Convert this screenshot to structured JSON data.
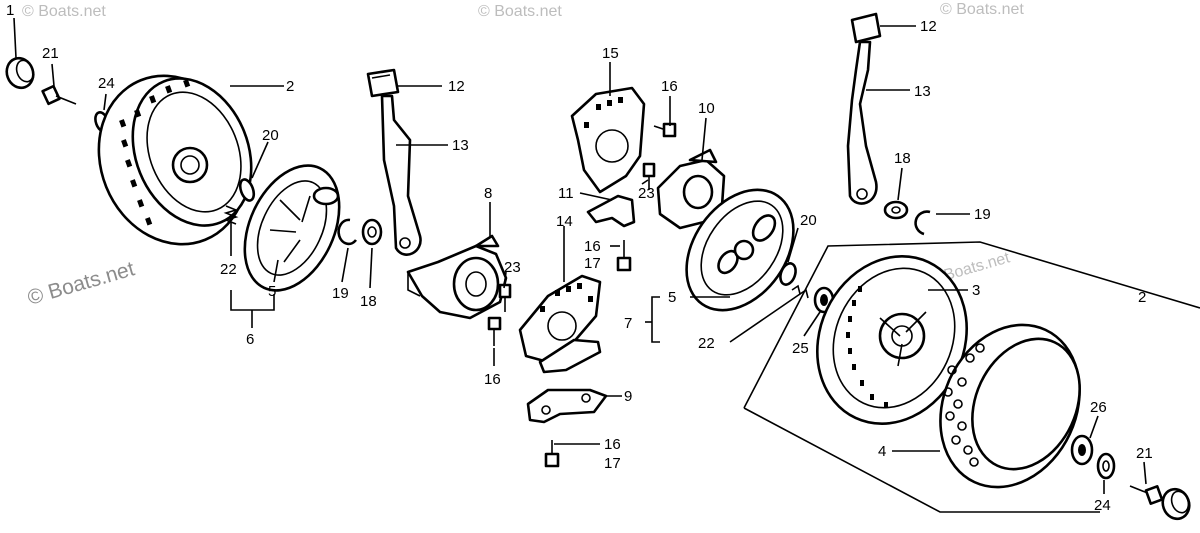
{
  "watermarks": [
    "© Boats.net",
    "© Boats.net",
    "© Boats.net",
    "© Boats.net",
    "© Boats.net"
  ],
  "callouts": {
    "c1": "1",
    "c21a": "21",
    "c24a": "24",
    "c2a": "2",
    "c20a": "20",
    "c22a": "22",
    "c5a": "5",
    "c6": "6",
    "c19a": "19",
    "c18a": "18",
    "c12a": "12",
    "c13a": "13",
    "c8": "8",
    "c23a": "23",
    "c14": "14",
    "c16a": "16",
    "c17a": "17",
    "c16b": "16",
    "c9": "9",
    "c16c": "16",
    "c17b": "17",
    "c15": "15",
    "c16d": "16",
    "c10": "10",
    "c11": "11",
    "c23b": "23",
    "c12b": "12",
    "c13b": "13",
    "c18b": "18",
    "c19b": "19",
    "c20b": "20",
    "c5b": "5",
    "c7": "7",
    "c22b": "22",
    "c25": "25",
    "c3": "3",
    "c2b": "2",
    "c4": "4",
    "c26": "26",
    "c21b": "21",
    "c24b": "24"
  }
}
